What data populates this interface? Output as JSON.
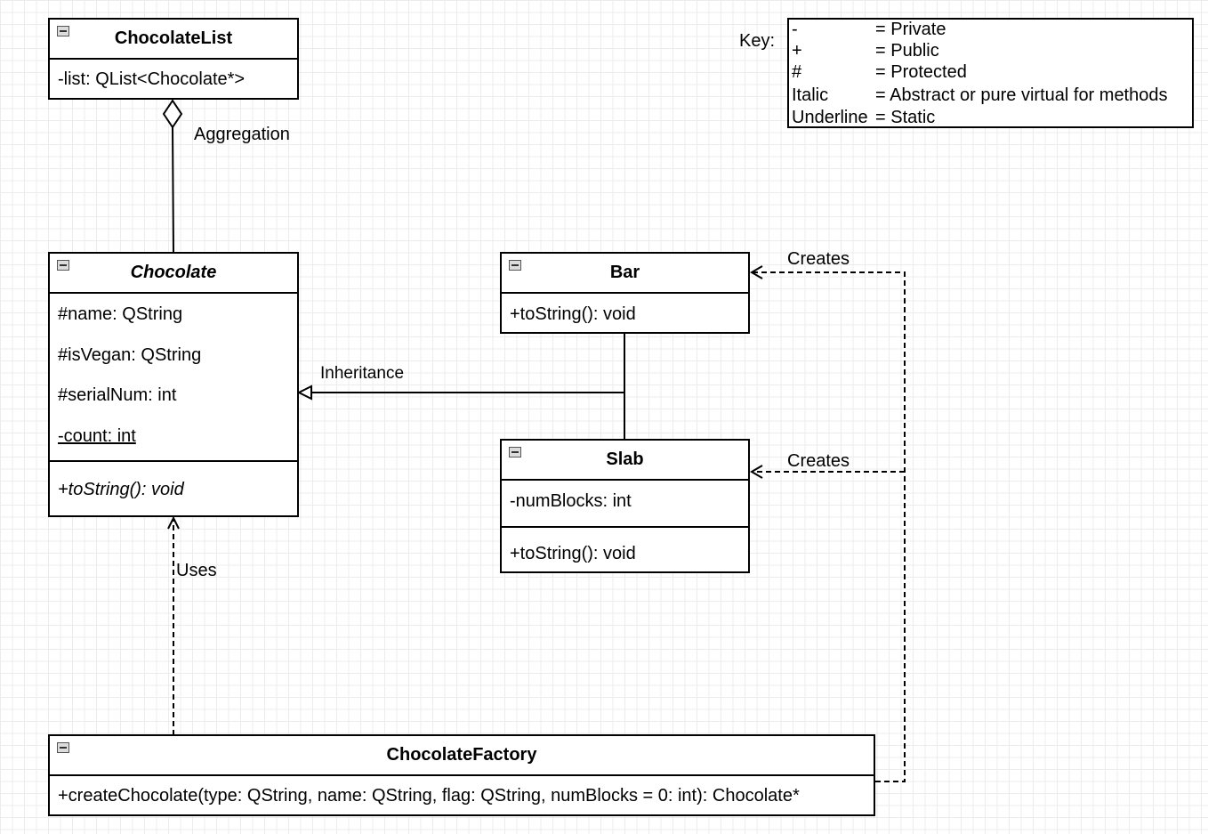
{
  "legend": {
    "title": "Key:",
    "entries": [
      {
        "symbol": "-",
        "meaning": "= Private"
      },
      {
        "symbol": "+",
        "meaning": "= Public"
      },
      {
        "symbol": "#",
        "meaning": "= Protected"
      },
      {
        "symbol": "Italic",
        "meaning": "= Abstract or pure virtual for methods"
      },
      {
        "symbol": "Underline",
        "meaning": "= Static"
      }
    ]
  },
  "classes": {
    "chocolate_list": {
      "name": "ChocolateList",
      "attributes": [
        "-list: QList<Chocolate*>"
      ]
    },
    "chocolate": {
      "name": "Chocolate",
      "abstract": true,
      "attributes": [
        "#name: QString",
        "#isVegan: QString",
        "#serialNum: int",
        "-count: int"
      ],
      "methods": [
        "+toString(): void"
      ]
    },
    "bar": {
      "name": "Bar",
      "methods": [
        "+toString(): void"
      ]
    },
    "slab": {
      "name": "Slab",
      "attributes": [
        "-numBlocks: int"
      ],
      "methods": [
        "+toString(): void"
      ]
    },
    "chocolate_factory": {
      "name": "ChocolateFactory",
      "methods": [
        "+createChocolate(type: QString, name: QString, flag: QString, numBlocks = 0: int): Chocolate*"
      ]
    }
  },
  "relationships": {
    "aggregation": "Aggregation",
    "inheritance": "Inheritance",
    "uses": "Uses",
    "creates_bar": "Creates",
    "creates_slab": "Creates"
  },
  "colors": {
    "line": "#000000",
    "grid": "#ececec",
    "collapse_button": "#dcdcdc"
  }
}
